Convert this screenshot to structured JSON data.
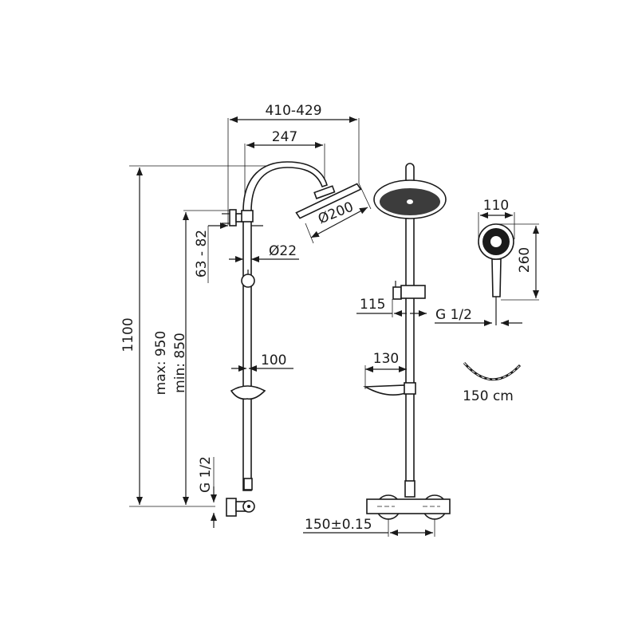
{
  "dimensions": {
    "total_height": "1100",
    "max_height": "max: 950",
    "min_height": "min: 850",
    "wall_offset": "63 - 82",
    "arm_reach": "410-429",
    "arm_length": "247",
    "head_diameter": "Ø200",
    "pipe_diameter": "Ø22",
    "soap_dish_left": "100",
    "inlet_left": "G 1/2",
    "holder_width": "115",
    "soap_dish_right": "130",
    "inlet_spacing": "150±0.15",
    "hand_shower_width": "110",
    "hand_shower_height": "260",
    "hand_shower_thread": "G 1/2",
    "hose_length": "150 cm"
  }
}
